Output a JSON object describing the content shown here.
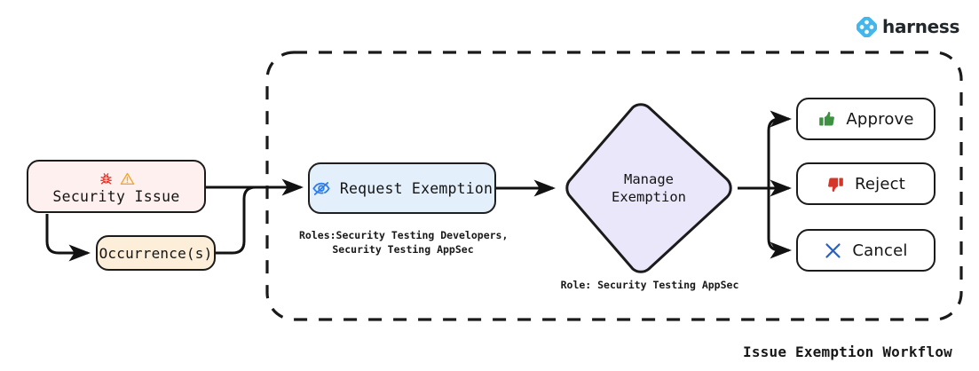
{
  "brand": {
    "name": "harness",
    "logo_icon": "harness-diamond-icon",
    "accent_color": "#43B7EB"
  },
  "caption": "Issue Exemption Workflow",
  "container": {
    "name": "exemption-scope-region",
    "style": "dashed-rounded-rectangle"
  },
  "nodes": {
    "security_issue": {
      "label": "Security Issue",
      "icons": [
        "bug-icon",
        "warning-triangle-icon"
      ],
      "fill": "#fdf0ee",
      "stroke": "#1b1b1b"
    },
    "occurrences": {
      "label": "Occurrence(s)",
      "fill": "#fdeed9",
      "stroke": "#1b1b1b"
    },
    "request_exemption": {
      "label": "Request Exemption",
      "icon": "eye-off-icon",
      "icon_color": "#2d7ff0",
      "fill": "#e3f0fc",
      "stroke": "#1f1f1f",
      "roles_note": "Roles:Security Testing Developers,\nSecurity Testing AppSec"
    },
    "manage_exemption": {
      "label_line1": "Manage",
      "label_line2": "Exemption",
      "fill": "#ebe7fb",
      "stroke": "#1b1b1b",
      "role_note": "Role: Security Testing AppSec"
    },
    "approve": {
      "label": "Approve",
      "icon": "thumbs-up-icon",
      "icon_color": "#3f9142",
      "fill": "#ffffff"
    },
    "reject": {
      "label": "Reject",
      "icon": "thumbs-down-icon",
      "icon_color": "#d8352a",
      "fill": "#ffffff"
    },
    "cancel": {
      "label": "Cancel",
      "icon": "cross-icon",
      "icon_color": "#1f62d4",
      "fill": "#ffffff"
    }
  },
  "edges": [
    {
      "from": "security_issue",
      "to": "request_exemption"
    },
    {
      "from": "security_issue",
      "to": "occurrences"
    },
    {
      "from": "occurrences",
      "to": "request_exemption"
    },
    {
      "from": "request_exemption",
      "to": "manage_exemption"
    },
    {
      "from": "manage_exemption",
      "to": "approve"
    },
    {
      "from": "manage_exemption",
      "to": "reject"
    },
    {
      "from": "manage_exemption",
      "to": "cancel"
    }
  ]
}
